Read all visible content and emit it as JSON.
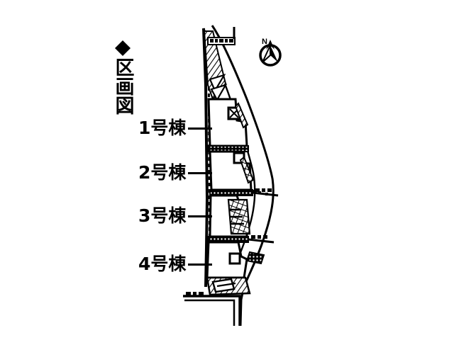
{
  "document": {
    "title": "区画図",
    "title_bullet": "◆",
    "type": "site-plot-plan"
  },
  "compass": {
    "label": "N",
    "name": "north-arrow"
  },
  "callouts": [
    {
      "id": 1,
      "label": "1号棟",
      "leader": "—"
    },
    {
      "id": 2,
      "label": "2号棟",
      "leader": "—"
    },
    {
      "id": 3,
      "label": "3号棟",
      "leader": "—"
    },
    {
      "id": 4,
      "label": "4号棟",
      "leader": "—"
    }
  ],
  "colors": {
    "ink": "#000000",
    "paper": "#ffffff"
  },
  "plan": {
    "lots": [
      {
        "id": 1,
        "label": "1号棟"
      },
      {
        "id": 2,
        "label": "2号棟"
      },
      {
        "id": 3,
        "label": "3号棟"
      },
      {
        "id": 4,
        "label": "4号棟"
      }
    ],
    "notes": [
      "site boundary drawn as curved polyline",
      "access road at bottom and right",
      "hatched areas indicate slopes and structures"
    ]
  }
}
